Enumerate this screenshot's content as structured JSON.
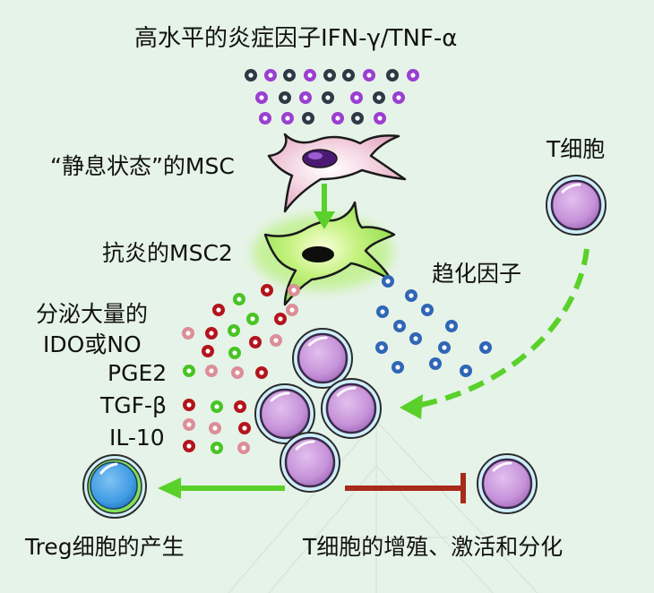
{
  "labels": {
    "top": "高水平的炎症因子IFN-γ/TNF-α",
    "resting_msc": "“静息状态”的MSC",
    "msc2": "抗炎的MSC2",
    "t_cell": "T细胞",
    "chemokine": "趋化因子",
    "secrete": "分泌大量的",
    "ido": "IDO或NO",
    "pge2": "PGE2",
    "tgf": "TGF-β",
    "il10": "IL-10",
    "treg": "Treg细胞的产生",
    "t_effect": "T细胞的增殖、激活和分化"
  },
  "colors": {
    "background": "#e6f3e8",
    "cytokine_purple": "#9a3fd0",
    "cytokine_dark": "#2b3a44",
    "chemokine_blue": "#2f66b6",
    "factor_red": "#b3151d",
    "factor_green": "#48c424",
    "factor_pink": "#dc8e98",
    "arrow_green": "#5ad12a",
    "inhibit_red": "#a82a1a",
    "t_cell_fill": "#c692d9",
    "treg_fill": "#3f9be3"
  },
  "icons": {
    "msc_resting": "pink-stromal-cell-icon",
    "msc2": "green-stromal-cell-icon",
    "t_cell": "lavender-lymphocyte-icon",
    "treg": "blue-lymphocyte-icon"
  }
}
